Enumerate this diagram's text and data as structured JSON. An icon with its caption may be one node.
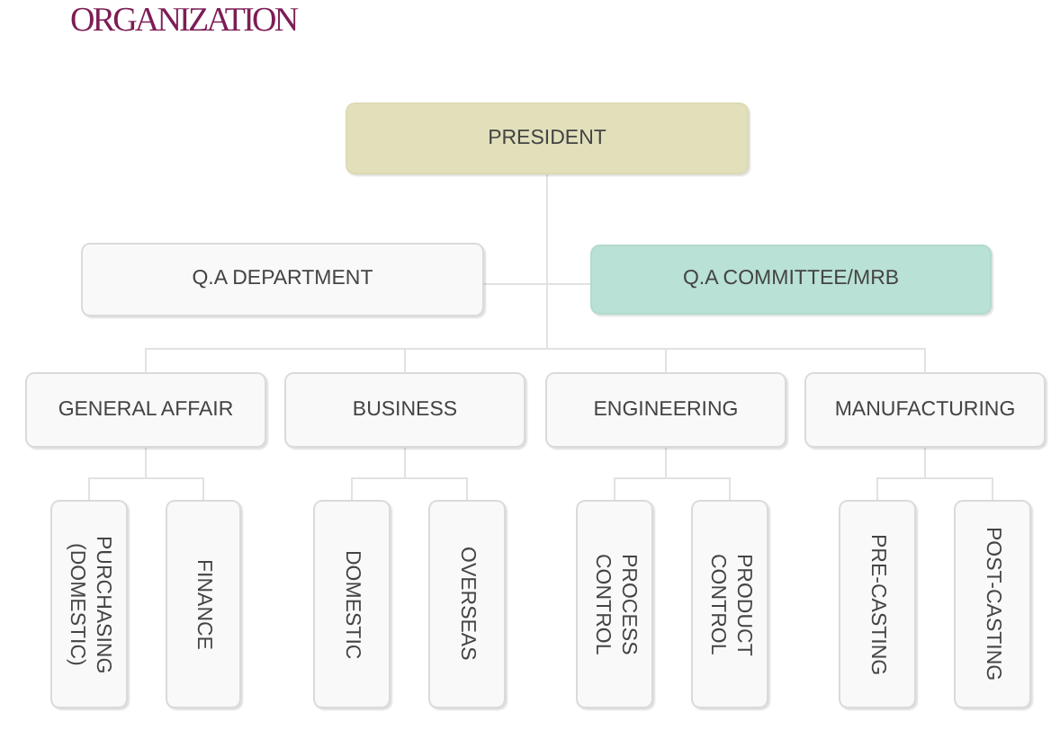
{
  "diagram": {
    "title": "ORGANIZATION",
    "nodes": [
      {
        "text": [
          "PRESIDENT"
        ]
      },
      {
        "text": [
          "Q.A DEPARTMENT"
        ]
      },
      {
        "text": [
          "Q.A COMMITTEE/MRB"
        ]
      },
      {
        "text": [
          "GENERAL AFFAIR"
        ]
      },
      {
        "text": [
          "BUSINESS"
        ]
      },
      {
        "text": [
          "ENGINEERING"
        ]
      },
      {
        "text": [
          "MANUFACTURING"
        ]
      },
      {
        "text": [
          "PURCHASING (DOMESTIC)"
        ]
      },
      {
        "text": [
          "FINANCE"
        ]
      },
      {
        "text": [
          "DOMESTIC"
        ]
      },
      {
        "text": [
          "OVERSEAS"
        ]
      },
      {
        "text": [
          "PROCESS CONTROL"
        ]
      },
      {
        "text": [
          "PRODUCT CONTROL"
        ]
      },
      {
        "text": [
          "PRE-CASTING"
        ]
      },
      {
        "text": [
          "POST-CASTING"
        ]
      }
    ],
    "edges": [
      {
        "from": 0,
        "to": 1,
        "arrow": "none"
      },
      {
        "from": 0,
        "to": 2,
        "arrow": "none"
      },
      {
        "from": 0,
        "to": 3,
        "arrow": "none"
      },
      {
        "from": 0,
        "to": 4,
        "arrow": "none"
      },
      {
        "from": 0,
        "to": 5,
        "arrow": "none"
      },
      {
        "from": 0,
        "to": 6,
        "arrow": "none"
      },
      {
        "from": 3,
        "to": 7,
        "arrow": "none"
      },
      {
        "from": 3,
        "to": 8,
        "arrow": "none"
      },
      {
        "from": 4,
        "to": 9,
        "arrow": "none"
      },
      {
        "from": 4,
        "to": 10,
        "arrow": "none"
      },
      {
        "from": 5,
        "to": 11,
        "arrow": "none"
      },
      {
        "from": 5,
        "to": 12,
        "arrow": "none"
      },
      {
        "from": 6,
        "to": 13,
        "arrow": "none"
      },
      {
        "from": 6,
        "to": 14,
        "arrow": "none"
      }
    ]
  }
}
